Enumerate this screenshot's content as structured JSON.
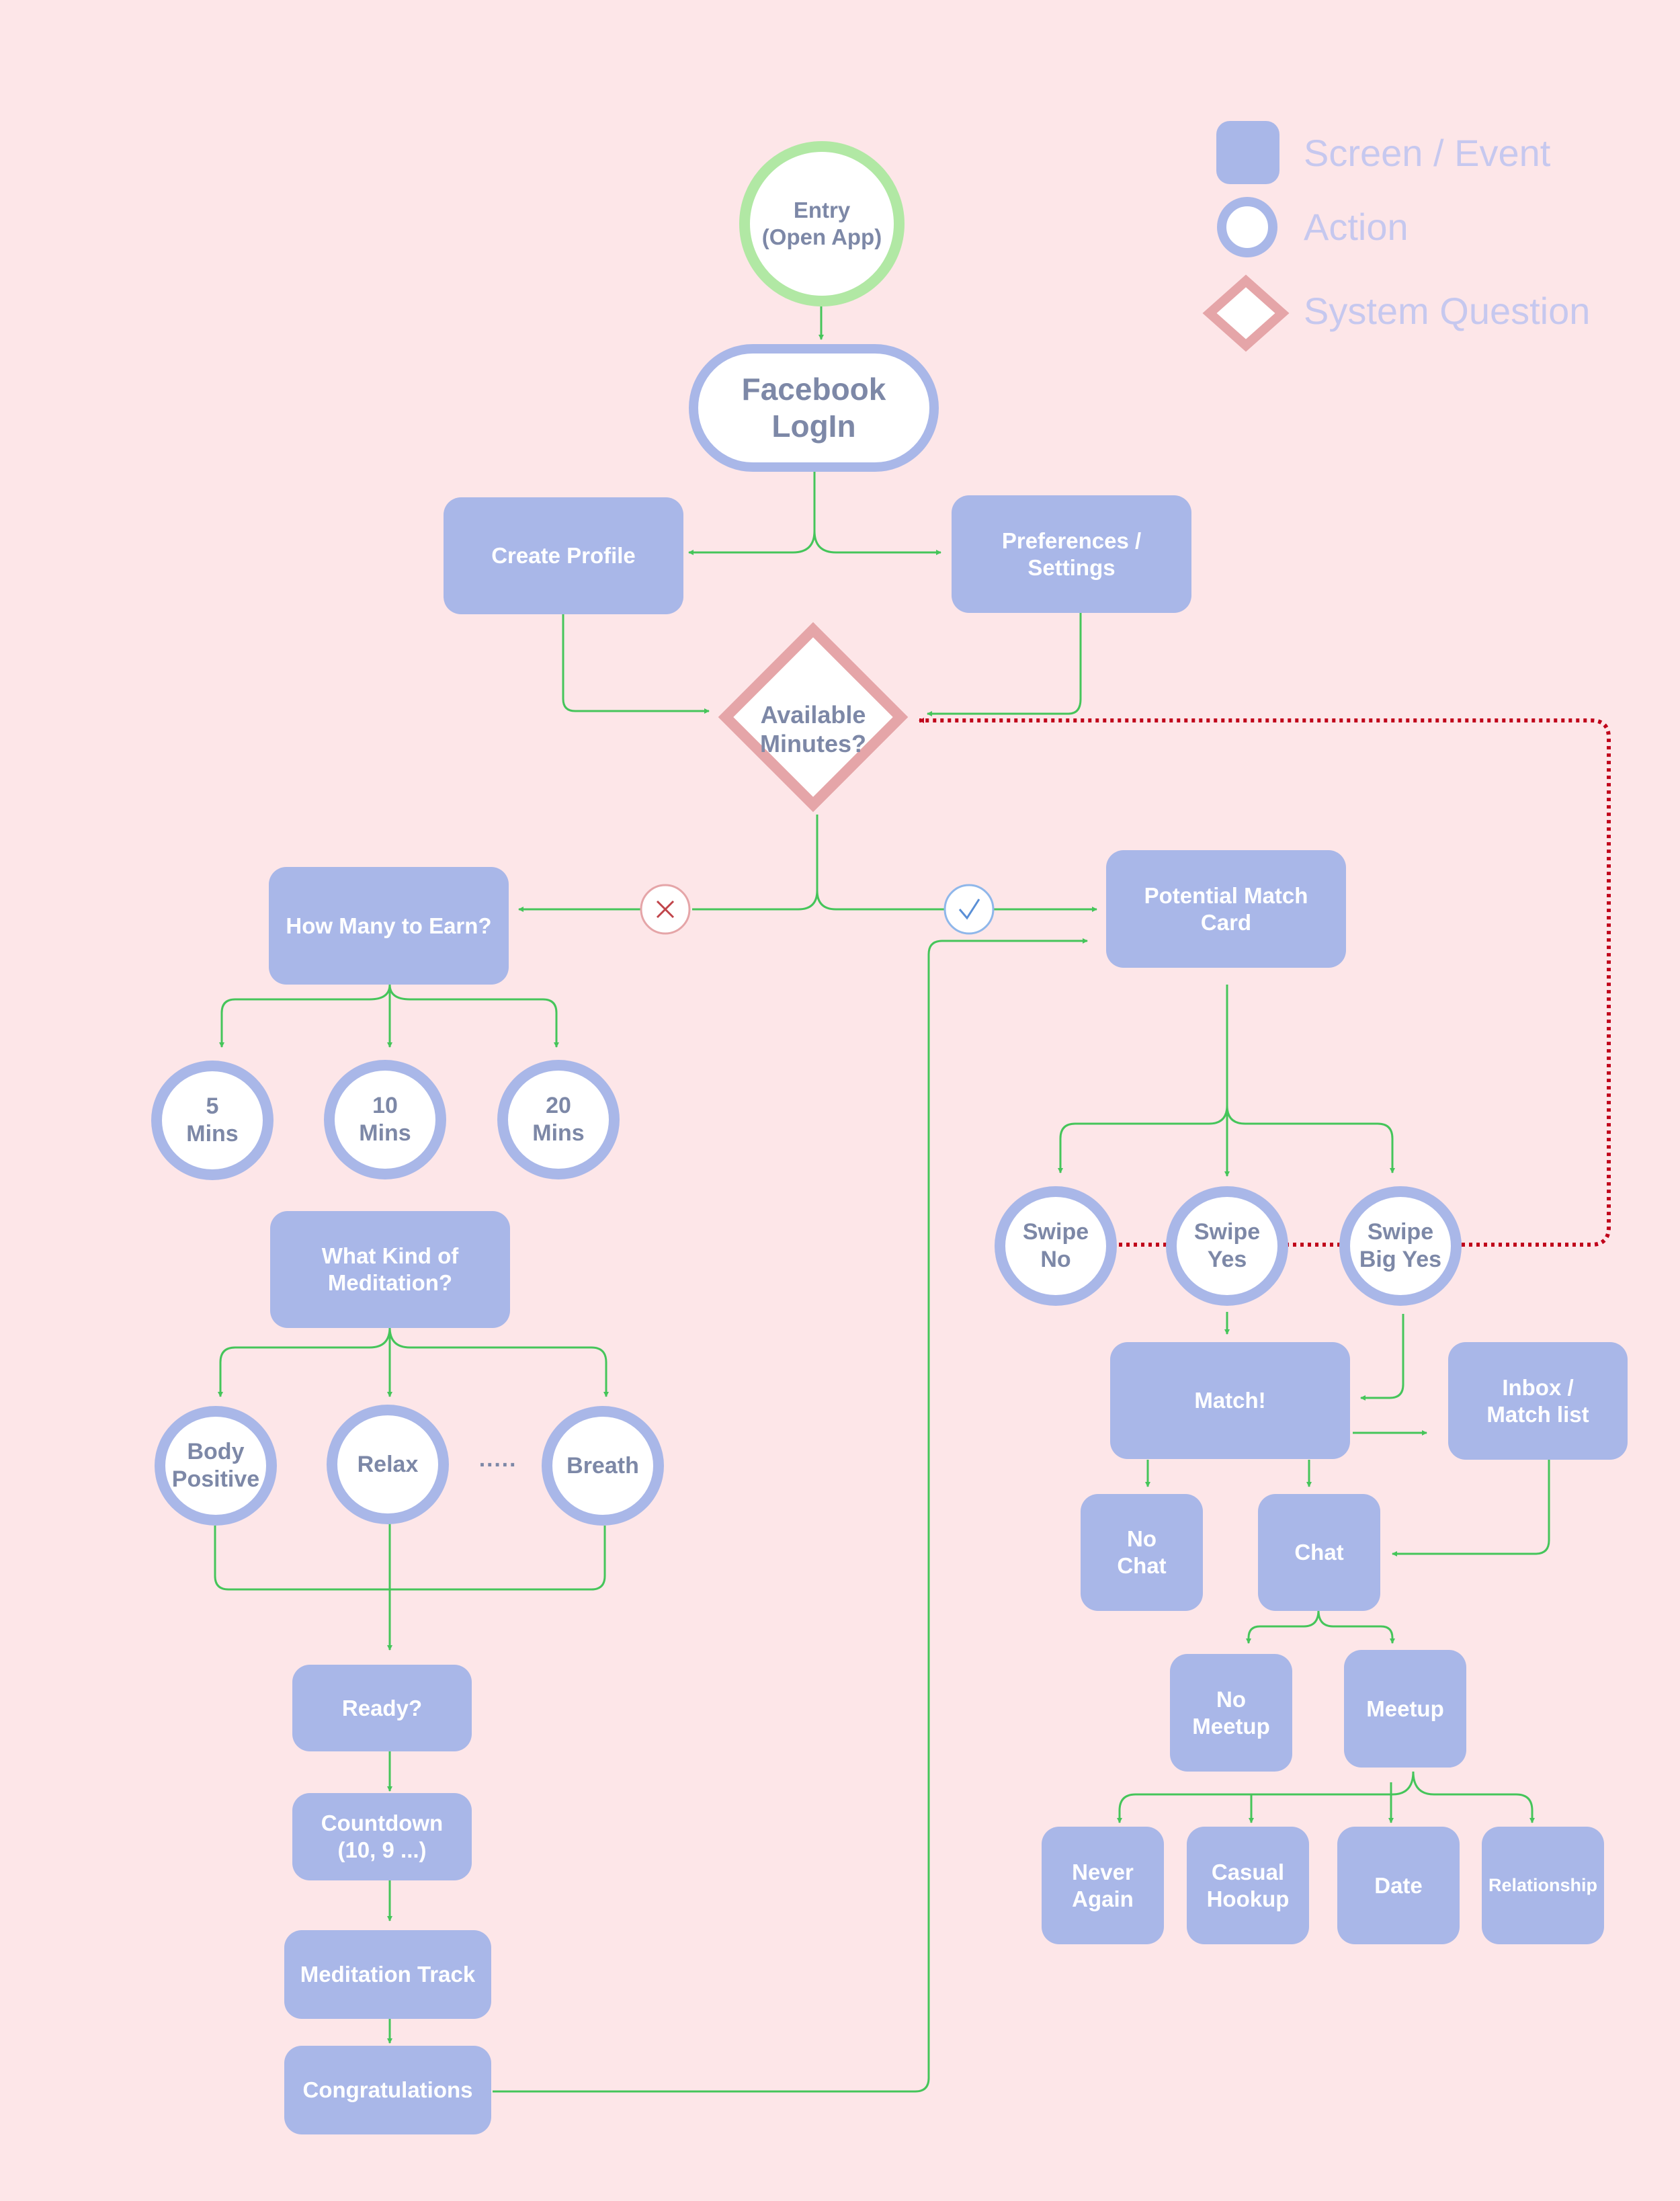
{
  "legend": {
    "screen_event": "Screen / Event",
    "action": "Action",
    "system_question": "System Question"
  },
  "nodes": {
    "entry": "Entry\n(Open App)",
    "facebook_login": "Facebook\nLogIn",
    "create_profile": "Create Profile",
    "preferences": "Preferences /\nSettings",
    "available_minutes": "Available\nMinutes?",
    "how_many_to_earn": "How Many to Earn?",
    "five_mins": "5\nMins",
    "ten_mins": "10\nMins",
    "twenty_mins": "20\nMins",
    "what_kind": "What Kind of\nMeditation?",
    "body_positive": "Body\nPositive",
    "relax": "Relax",
    "ellipsis": "·····",
    "breath": "Breath",
    "ready": "Ready?",
    "countdown": "Countdown\n(10, 9 ...)",
    "meditation_track": "Meditation Track",
    "congratulations": "Congratulations",
    "potential_match": "Potential Match\nCard",
    "swipe_no": "Swipe\nNo",
    "swipe_yes": "Swipe\nYes",
    "swipe_big_yes": "Swipe\nBig Yes",
    "match": "Match!",
    "inbox": "Inbox /\nMatch list",
    "no_chat": "No\nChat",
    "chat": "Chat",
    "no_meetup": "No\nMeetup",
    "meetup": "Meetup",
    "never_again": "Never\nAgain",
    "casual_hookup": "Casual\nHookup",
    "date": "Date",
    "relationship": "Relationship"
  },
  "colors": {
    "background": "#fde6e8",
    "screen_fill": "#a9b7e8",
    "action_ring": "#a9b7e8",
    "entry_ring": "#b1e8a4",
    "question_border": "#e5a5a8",
    "connector": "#45c55a",
    "feedback_loop": "#c0001a",
    "label_text": "#7d88a7",
    "legend_text": "#c6c8ef"
  },
  "icons": {
    "no_branch": "x-mark-icon",
    "yes_branch": "check-mark-icon"
  }
}
